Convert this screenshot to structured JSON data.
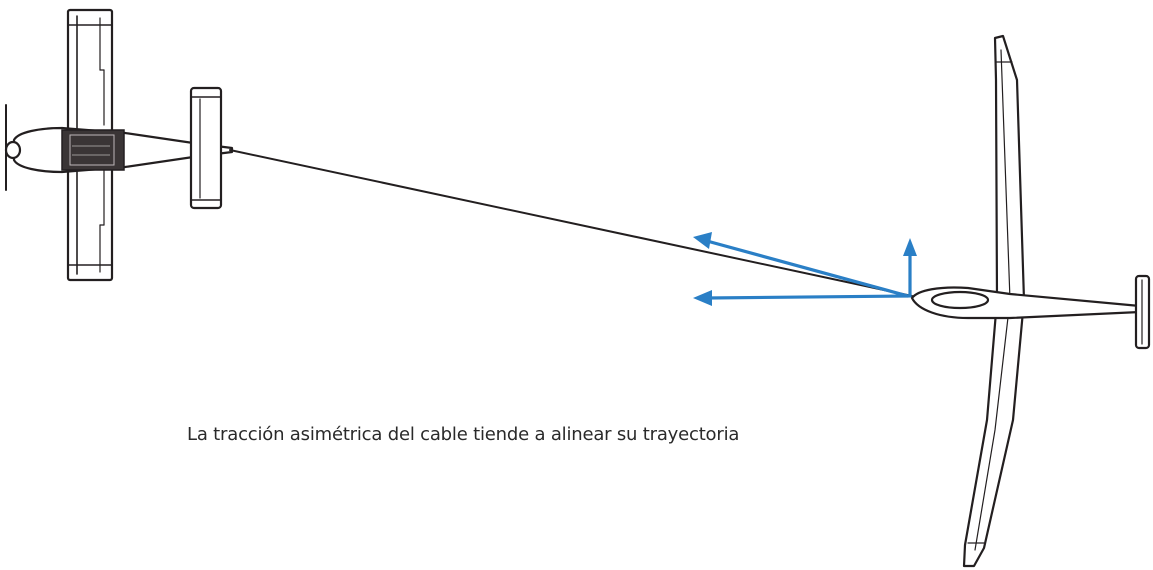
{
  "caption": "La tracción asimétrica del cable tiende a alinear su trayectoria",
  "colors": {
    "line": "#231f20",
    "force_vector": "#2a7fc6",
    "background": "#ffffff"
  },
  "figures": {
    "tow_plane": "top view of tow aircraft (single-engine propeller)",
    "glider": "top view of glider in tow",
    "tow_cable": "tow cable connecting tail of tow plane to nose of glider",
    "force_vectors": [
      "cable tension component",
      "forward component",
      "lateral component"
    ]
  }
}
